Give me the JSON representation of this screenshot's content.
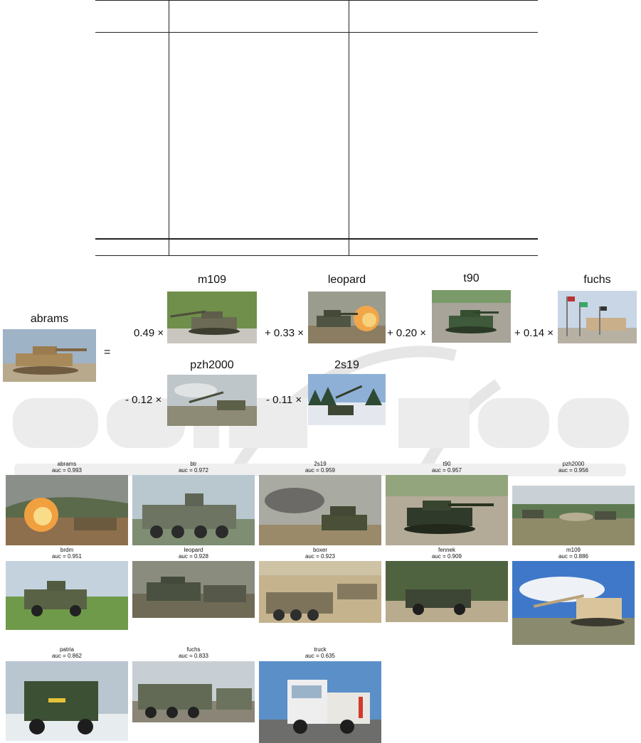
{
  "query": {
    "name": "abrams"
  },
  "terms": [
    {
      "sign_coef": "0.49 ×",
      "name": "m109"
    },
    {
      "sign_coef": "+ 0.33 ×",
      "name": "leopard"
    },
    {
      "sign_coef": "+ 0.20 ×",
      "name": "t90"
    },
    {
      "sign_coef": "+ 0.14 ×",
      "name": "fuchs"
    },
    {
      "sign_coef": "- 0.12 ×",
      "name": "pzh2000"
    },
    {
      "sign_coef": "- 0.11 ×",
      "name": "2s19"
    }
  ],
  "equals_sign": "=",
  "grid": [
    {
      "name": "abrams",
      "auc": "auc = 0.993"
    },
    {
      "name": "btr",
      "auc": "auc = 0.972"
    },
    {
      "name": "2s19",
      "auc": "auc = 0.959"
    },
    {
      "name": "t90",
      "auc": "auc = 0.957"
    },
    {
      "name": "pzh2000",
      "auc": "auc = 0.956"
    },
    {
      "name": "brdm",
      "auc": "auc = 0.951"
    },
    {
      "name": "leopard",
      "auc": "auc = 0.928"
    },
    {
      "name": "boxer",
      "auc": "auc = 0.923"
    },
    {
      "name": "fennek",
      "auc": "auc = 0.909"
    },
    {
      "name": "m109",
      "auc": "auc = 0.886"
    },
    {
      "name": "patria",
      "auc": "auc = 0.862"
    },
    {
      "name": "fuchs",
      "auc": "auc = 0.833"
    },
    {
      "name": "truck",
      "auc": "auc = 0.635"
    }
  ]
}
